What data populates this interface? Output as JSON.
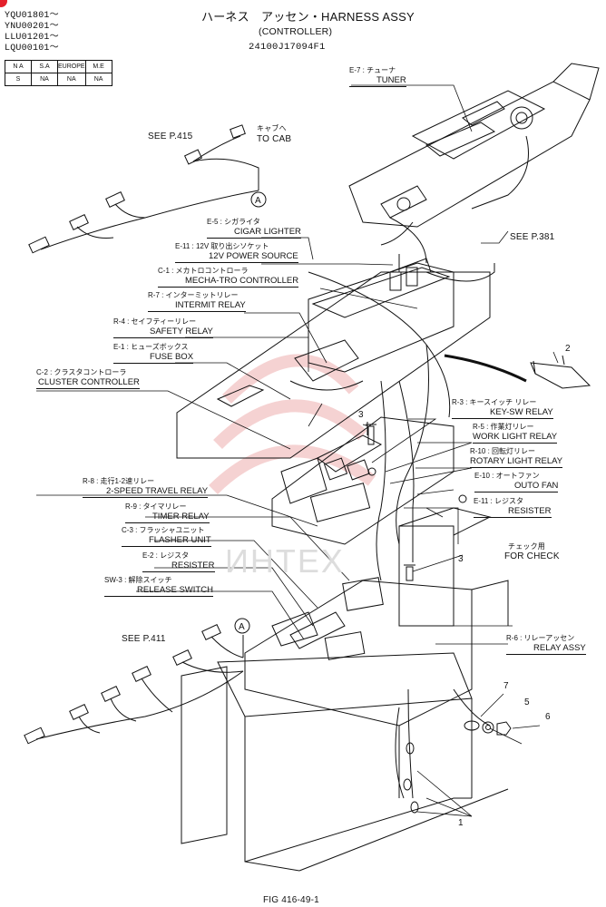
{
  "serials": [
    "YQU01801～",
    "YNU00201～",
    "LLU01201～",
    "LQU00101～"
  ],
  "title": {
    "line1": "ハーネス　アッセン・HARNESS ASSY",
    "line2": "(CONTROLLER)",
    "part_no": "24100J17094F1"
  },
  "spec_table": {
    "headers": [
      "N A",
      "S.A",
      "EUROPE",
      "M.E"
    ],
    "values": [
      "S",
      "NA",
      "NA",
      "NA"
    ]
  },
  "references": {
    "see_415": "SEE P.415",
    "to_cab_jp": "キャブへ",
    "to_cab": "TO CAB",
    "see_381": "SEE P.381",
    "see_411": "SEE P.411",
    "connector_a": "A",
    "for_check_jp": "チェック用",
    "for_check": "FOR CHECK"
  },
  "callouts": {
    "e7": {
      "code": "E-7 : チューナ",
      "name": "TUNER"
    },
    "e5": {
      "code": "E-5 : シガライタ",
      "name": "CIGAR LIGHTER"
    },
    "e11a": {
      "code": "E-11 : 12V 取り出シソケット",
      "name": "12V POWER SOURCE"
    },
    "c1": {
      "code": "C-1 : メカトロコントローラ",
      "name": "MECHA-TRO CONTROLLER"
    },
    "r7": {
      "code": "R-7 : インターミットリレー",
      "name": "INTERMIT RELAY"
    },
    "r4": {
      "code": "R-4 : セイフティーリレー",
      "name": "SAFETY RELAY"
    },
    "e1": {
      "code": "E-1 : ヒューズボックス",
      "name": "FUSE BOX"
    },
    "c2": {
      "code": "C-2 : クラスタコントローラ",
      "name": "CLUSTER CONTROLLER"
    },
    "r3": {
      "code": "R-3 : キースイッチ リレー",
      "name": "KEY-SW RELAY"
    },
    "r5": {
      "code": "R-5 : 作業灯リレー",
      "name": "WORK LIGHT RELAY"
    },
    "r10": {
      "code": "R-10 : 回転灯リレー",
      "name": "ROTARY LIGHT RELAY"
    },
    "e10": {
      "code": "E-10 : オートファン",
      "name": "OUTO FAN"
    },
    "e11b": {
      "code": "E-11 : レジスタ",
      "name": "RESISTER"
    },
    "r8": {
      "code": "R-8 : 走行1-2速リレー",
      "name": "2-SPEED TRAVEL RELAY"
    },
    "r9": {
      "code": "R-9 : タイマリレー",
      "name": "TIMER RELAY"
    },
    "c3": {
      "code": "C-3 : フラッシャユニット",
      "name": "FLASHER UNIT"
    },
    "e2": {
      "code": "E-2 : レジスタ",
      "name": "RESISTER"
    },
    "sw3": {
      "code": "SW-3 : 解除スイッチ",
      "name": "RELEASE SWITCH"
    },
    "r6": {
      "code": "R-6 : リレーアッセン",
      "name": "RELAY ASSY"
    }
  },
  "part_numbers": {
    "p1": "1",
    "p2": "2",
    "p3a": "3",
    "p3b": "3",
    "p5": "5",
    "p6": "6",
    "p7": "7"
  },
  "watermark": "ИНТЕХ",
  "figure_label": "FIG 416-49-1"
}
